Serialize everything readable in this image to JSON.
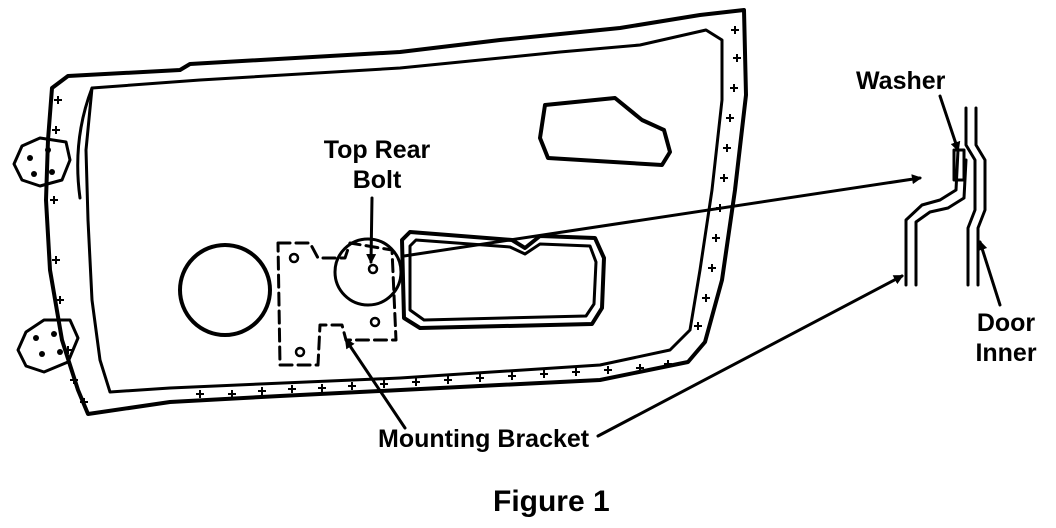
{
  "labels": {
    "top_rear_bolt_line1": "Top Rear",
    "top_rear_bolt_line2": "Bolt",
    "washer": "Washer",
    "door_inner_line1": "Door",
    "door_inner_line2": "Inner",
    "mounting_bracket": "Mounting Bracket",
    "figure_caption": "Figure 1"
  },
  "colors": {
    "ink": "#000000",
    "paper": "#ffffff"
  }
}
